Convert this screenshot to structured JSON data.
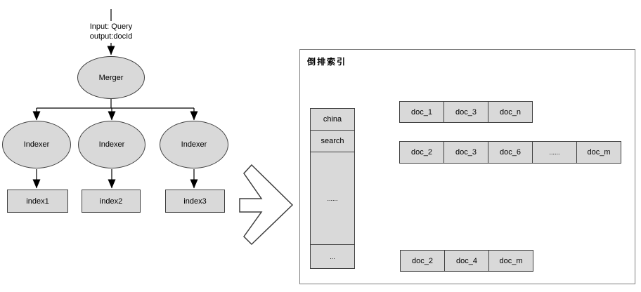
{
  "flowchart": {
    "input_line1": "Input: Query",
    "input_line2": "output:docId",
    "merger_label": "Merger",
    "indexers": [
      "Indexer",
      "Indexer",
      "Indexer"
    ],
    "indexes": [
      "index1",
      "index2",
      "index3"
    ]
  },
  "panel": {
    "title": "倒排索引",
    "terms": [
      "china",
      "search",
      "......",
      "..."
    ],
    "postings": [
      [
        "doc_1",
        "doc_3",
        "doc_n"
      ],
      [
        "doc_2",
        "doc_3",
        "doc_6",
        "......",
        "doc_m"
      ],
      [
        "doc_2",
        "doc_4",
        "doc_m"
      ]
    ]
  },
  "colors": {
    "shape_fill": "#d9d9d9",
    "shape_stroke": "#404040",
    "panel_border": "#7f7f7f",
    "connector": "#000000",
    "big_arrow_fill": "#ffffff"
  }
}
